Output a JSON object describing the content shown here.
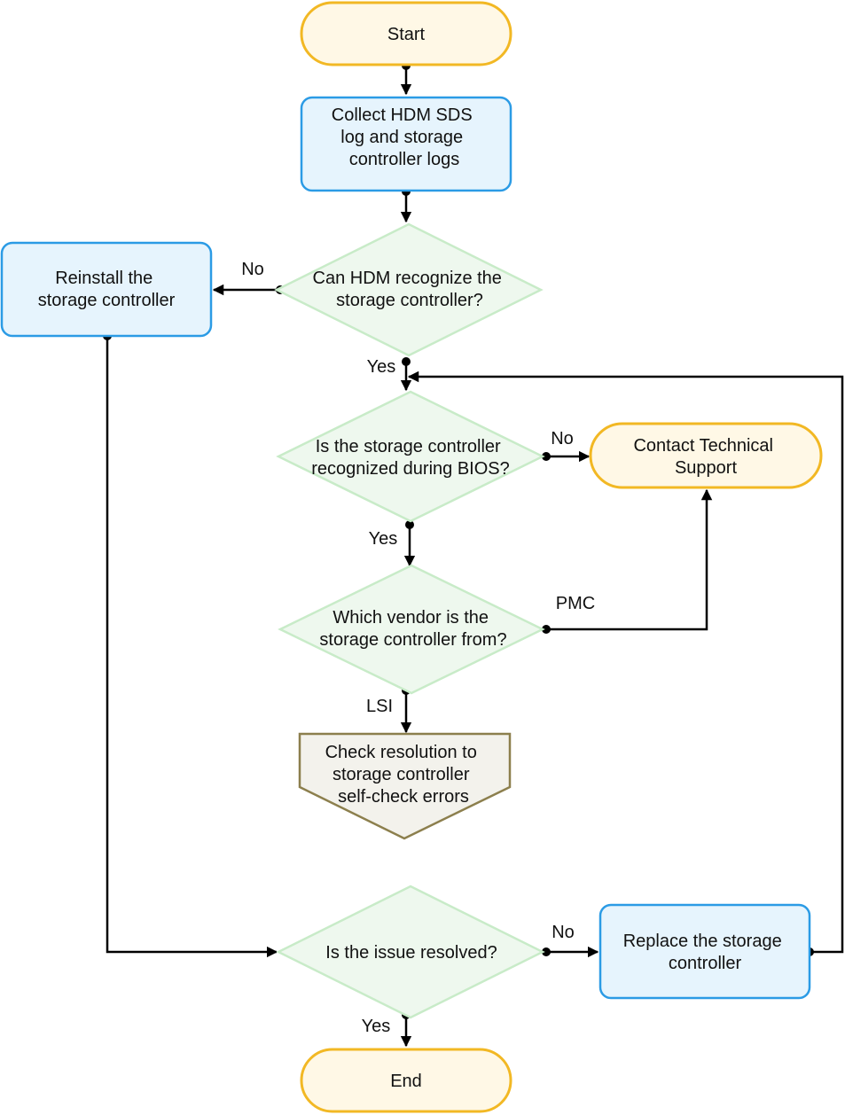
{
  "nodes": {
    "start": {
      "label": "Start"
    },
    "collect_logs": {
      "lines": [
        "Collect HDM SDS",
        "log and storage",
        "controller logs"
      ]
    },
    "hdm_recognize": {
      "lines": [
        "Can HDM recognize the",
        "storage controller?"
      ]
    },
    "reinstall": {
      "lines": [
        "Reinstall the",
        "storage controller"
      ]
    },
    "bios_recognize": {
      "lines": [
        "Is the storage controller",
        "recognized during BIOS?"
      ]
    },
    "contact_support": {
      "lines": [
        "Contact Technical",
        "Support"
      ]
    },
    "which_vendor": {
      "lines": [
        "Which vendor is the",
        "storage controller from?"
      ]
    },
    "check_resolution": {
      "lines": [
        "Check resolution to",
        "storage controller",
        "self-check errors"
      ]
    },
    "issue_resolved": {
      "label": "Is the issue resolved?"
    },
    "replace_controller": {
      "lines": [
        "Replace the storage",
        "controller"
      ]
    },
    "end": {
      "label": "End"
    }
  },
  "edge_labels": {
    "hdm_no": "No",
    "hdm_yes": "Yes",
    "bios_no": "No",
    "bios_yes": "Yes",
    "vendor_pmc": "PMC",
    "vendor_lsi": "LSI",
    "resolved_no": "No",
    "resolved_yes": "Yes"
  },
  "colors": {
    "terminal_fill": "#fff8e6",
    "terminal_stroke": "#f2b824",
    "process_fill": "#e6f4fd",
    "process_stroke": "#2b9be5",
    "decision_fill": "#eef8ee",
    "decision_stroke": "#c8ebc8",
    "offpage_fill": "#f3f2ec",
    "offpage_stroke": "#8c7f4d",
    "connector": "#000000"
  }
}
